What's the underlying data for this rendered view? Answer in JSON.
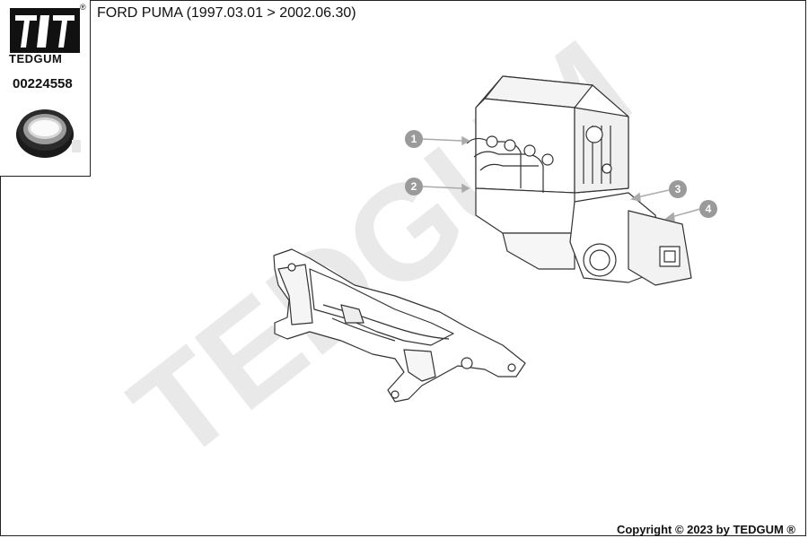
{
  "brand": {
    "name": "TEDGUM",
    "registered": "®"
  },
  "part_number": "00224558",
  "title": "FORD PUMA  (1997.03.01 > 2002.06.30)",
  "watermark_text": "TEDGUM",
  "callouts": [
    "1",
    "2",
    "3",
    "4"
  ],
  "copyright": "Copyright © 2023 by TEDGUM ®"
}
